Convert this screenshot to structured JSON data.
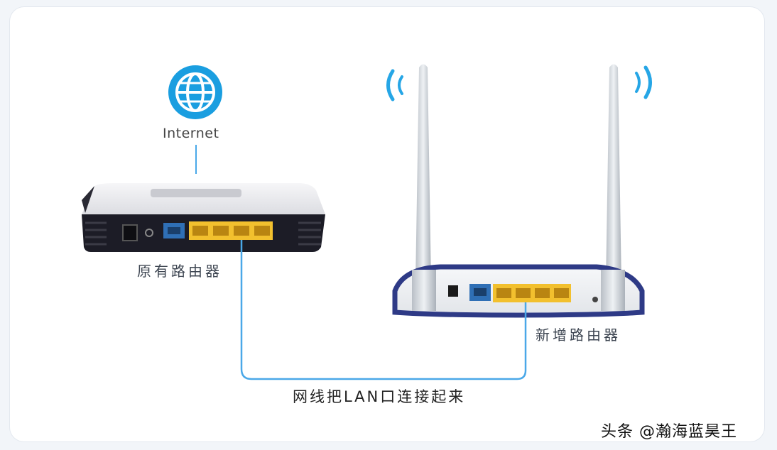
{
  "labels": {
    "internet": "Internet",
    "old_router": "原有路由器",
    "new_router": "新增路由器",
    "cable": "网线把LAN口连接起来",
    "watermark": "头条 @瀚海蓝昊王"
  },
  "colors": {
    "globe": "#1a9ee0",
    "cable": "#4aa8e8",
    "wan_port": "#2f6fb5",
    "lan_port": "#f2c02e",
    "router_body": "#1c1c26",
    "router_top": "#f0f0f2",
    "antenna": "#cfd4da",
    "signal": "#26a6e6"
  },
  "icons": {
    "internet": "globe-icon",
    "wifi_left": "wifi-signal-icon",
    "wifi_right": "wifi-signal-icon"
  }
}
